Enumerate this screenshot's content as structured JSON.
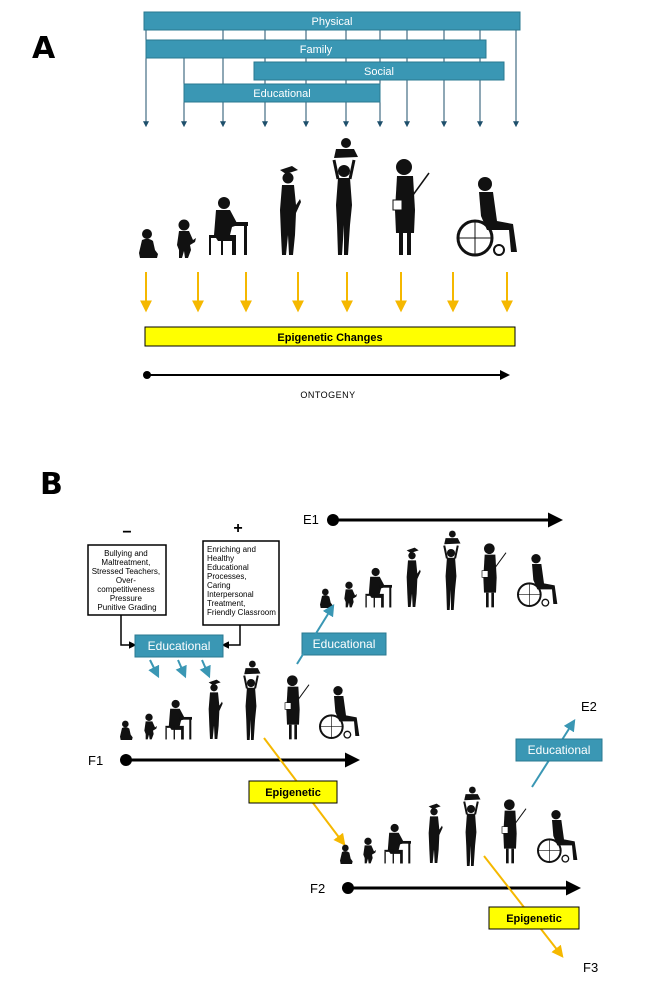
{
  "panel_a": {
    "letter": "A",
    "bars": [
      {
        "label": "Physical"
      },
      {
        "label": "Family"
      },
      {
        "label": "Social"
      },
      {
        "label": "Educational"
      }
    ],
    "epigenetic_label": "Epigenetic Changes",
    "ontogeny_label": "ONTOGENY"
  },
  "panel_b": {
    "letter": "B",
    "minus_sign": "−",
    "plus_sign": "+",
    "negative_box": [
      "Bullying and",
      "Maltreatment,",
      "Stressed Teachers,",
      "Over-",
      "competitiveness",
      "Pressure",
      "Punitive Grading"
    ],
    "positive_box": [
      "Enriching and",
      "Healthy",
      "Educational",
      "Processes,",
      "Caring",
      "Interpersonal",
      "Treatment,",
      "Friendly Classroom"
    ],
    "educational_tag_1": "Educational",
    "educational_tag_2": "Educational",
    "educational_tag_3": "Educational",
    "epigenetic_tag_1": "Epigenetic",
    "epigenetic_tag_2": "Epigenetic",
    "gen_e1": "E1",
    "gen_e2": "E2",
    "gen_f1": "F1",
    "gen_f2": "F2",
    "gen_f3": "F3"
  },
  "colors": {
    "teal": "#3a97b4",
    "teal_border": "#2a7890",
    "arrow_blue": "#1d4f6b",
    "yellow": "#ffff00",
    "gold_arrow": "#f5b800",
    "silhouette": "#111111"
  },
  "icons": [
    "baby-silhouette-icon",
    "toddler-silhouette-icon",
    "schoolchild-at-desk-icon",
    "graduate-silhouette-icon",
    "parent-lifting-child-icon",
    "teacher-with-pointer-icon",
    "elder-in-wheelchair-icon"
  ]
}
